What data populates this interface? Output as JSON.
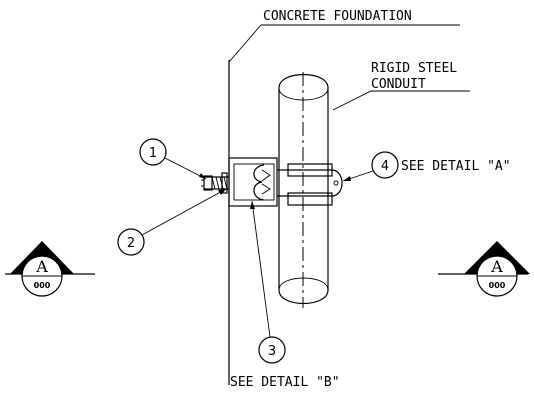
{
  "labels": {
    "foundation": "CONCRETE FOUNDATION",
    "conduit_line1": "RIGID STEEL",
    "conduit_line2": "CONDUIT",
    "detail_a": "SEE DETAIL \"A\"",
    "detail_b": "SEE DETAIL \"B\""
  },
  "callouts": [
    "1",
    "2",
    "3",
    "4"
  ],
  "section_markers": {
    "left": {
      "letter": "A",
      "number": "000"
    },
    "right": {
      "letter": "A",
      "number": "000"
    }
  }
}
